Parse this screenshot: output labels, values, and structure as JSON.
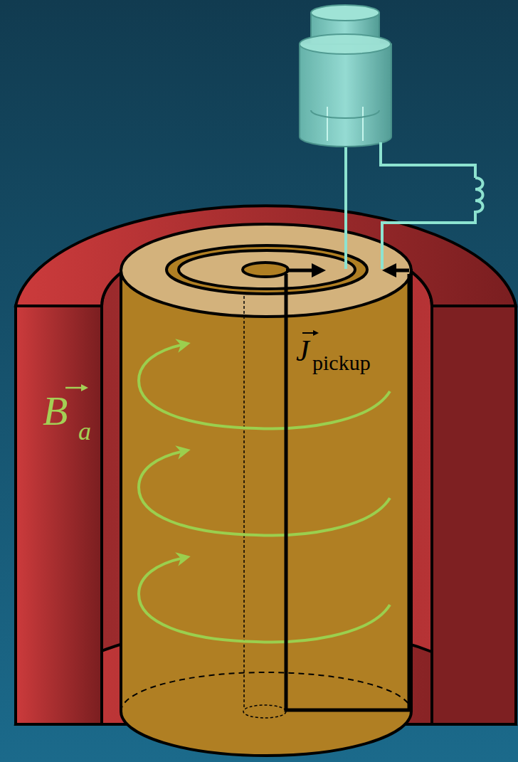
{
  "diagram": {
    "labels": [
      "B",
      "a",
      "J",
      "pickup"
    ]
  }
}
